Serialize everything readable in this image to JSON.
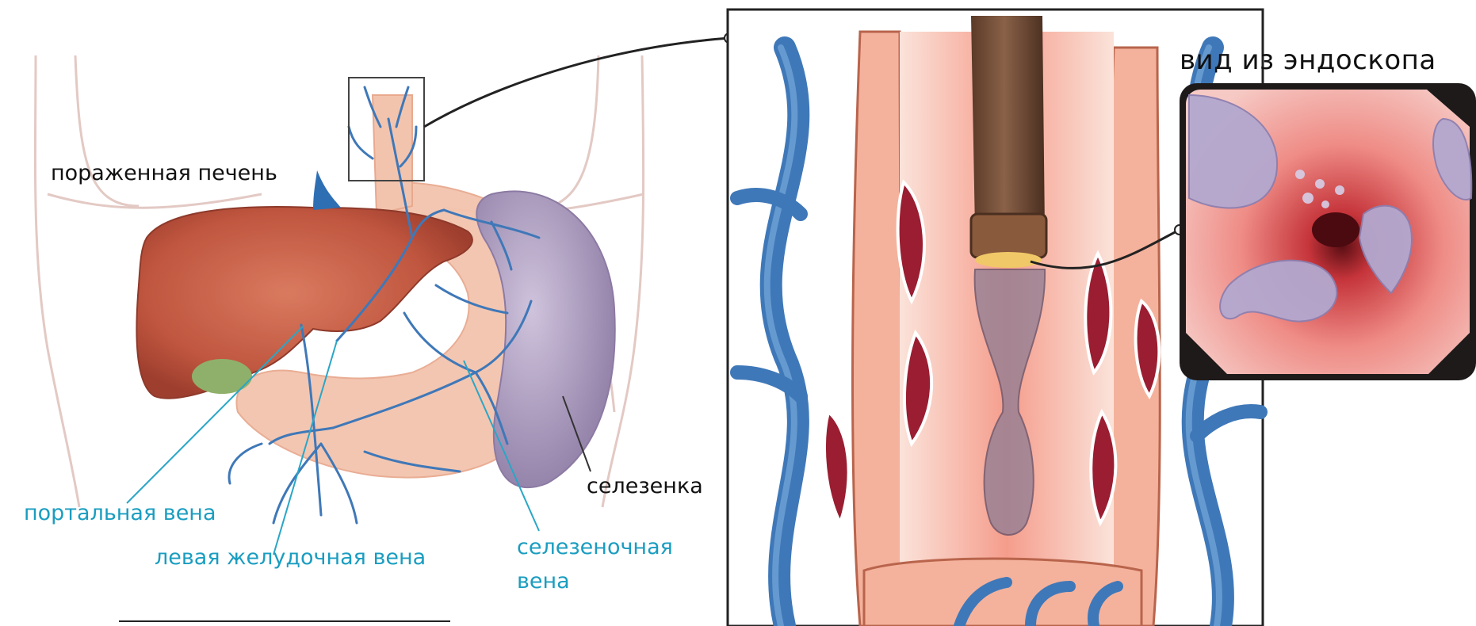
{
  "labels": {
    "diseased_liver": "пораженная печень",
    "spleen": "селезенка",
    "portal_vein": "портальная вена",
    "left_gastric_vein": "левая желудочная вена",
    "splenic_vein_line1": "селезеночная",
    "splenic_vein_line2": "вена",
    "endoscope_view": "вид из эндоскопа"
  },
  "colors": {
    "label_dark": "#111111",
    "label_cyan": "#1a9dc0",
    "vein_blue": "#3f78b8",
    "liver": "#c65b45",
    "stomach": "#f3c4ad",
    "spleen": "#a99bbd",
    "mucosa": "#e8615b",
    "varix": "#9a1d31",
    "endoscope": "#6b4631"
  }
}
